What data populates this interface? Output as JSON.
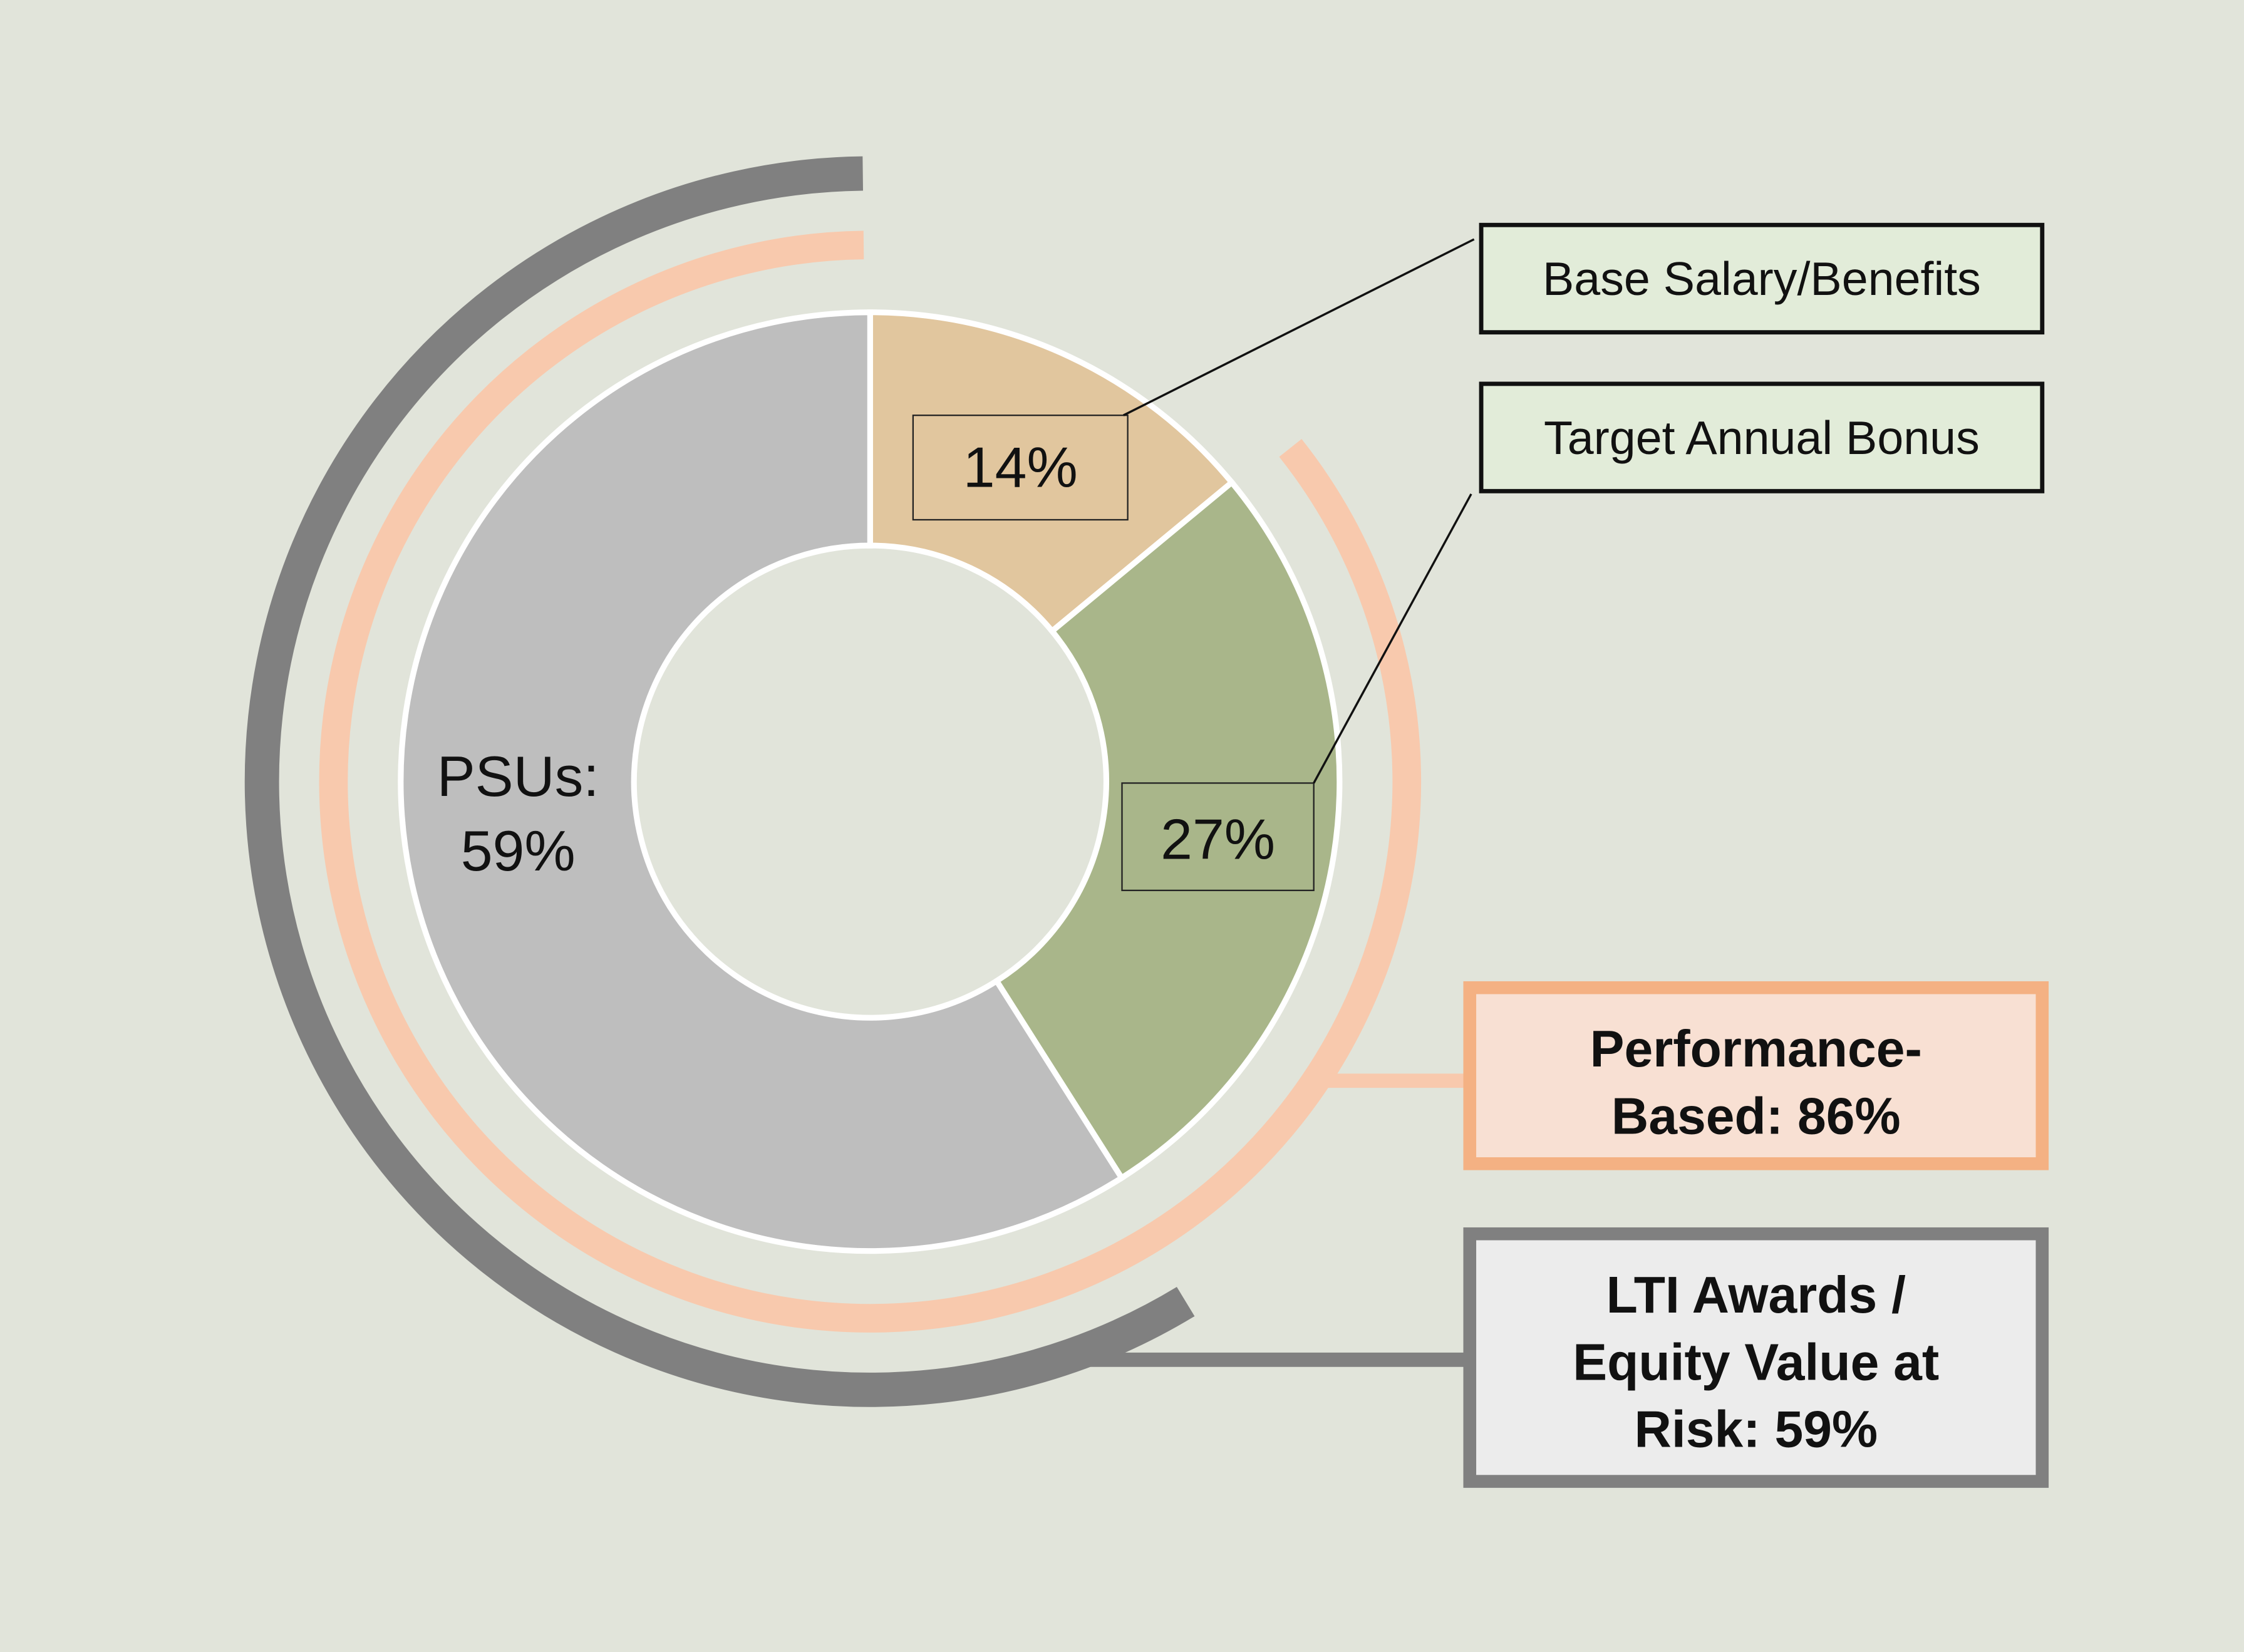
{
  "chart_data": {
    "type": "pie",
    "variant": "donut",
    "slices": [
      {
        "name": "Base Salary/Benefits",
        "value": 14,
        "label": "14%",
        "color": "#e1c69e"
      },
      {
        "name": "Target Annual Bonus",
        "value": 27,
        "label": "27%",
        "color": "#a9b68a"
      },
      {
        "name": "PSUs",
        "value": 59,
        "label_line1": "PSUs:",
        "label_line2": "59%",
        "color": "#bebebe"
      }
    ],
    "groups": [
      {
        "name": "Performance-Based",
        "value": 86,
        "line1": "Performance-",
        "line2": "Based: 86%",
        "color": "#f4b183",
        "arc_color": "#f8c9ad",
        "fill": "#f8e0d3"
      },
      {
        "name": "LTI Awards / Equity Value at Risk",
        "value": 59,
        "line1": "LTI Awards /",
        "line2": "Equity Value at",
        "line3": "Risk: 59%",
        "color": "#808080",
        "fill": "#ececec"
      }
    ],
    "legend_box_fill": "#e2ecd9",
    "background": "#e1e4da"
  }
}
